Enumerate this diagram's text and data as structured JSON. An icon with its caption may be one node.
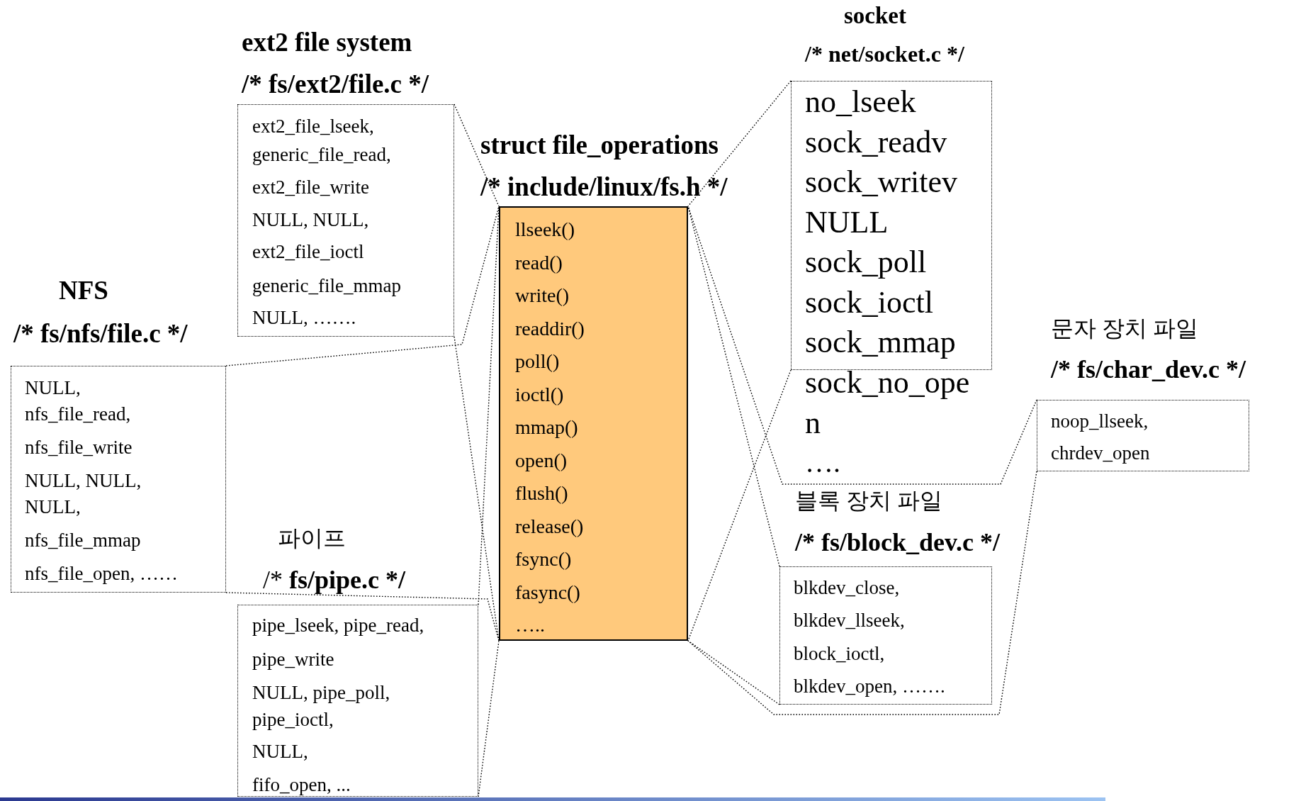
{
  "diagram": {
    "nodes": [
      {
        "text": [
          "ext2 file system",
          "/* fs/ext2/file.c */",
          "ext2_file_lseek,",
          "generic_file_read,",
          "ext2_file_write",
          "NULL, NULL,",
          "ext2_file_ioctl",
          "generic_file_mmap",
          "NULL, ……."
        ]
      },
      {
        "text": [
          "socket",
          "/* net/socket.c */",
          "no_lseek",
          "sock_readv",
          "sock_writev",
          "NULL",
          "sock_poll",
          "sock_ioctl",
          "sock_mmap",
          "sock_no_open",
          "…."
        ]
      },
      {
        "text": [
          "struct file_operations",
          "/* include/linux/fs.h */",
          "llseek()",
          "read()",
          "write()",
          "readdir()",
          "poll()",
          "ioctl()",
          "mmap()",
          "open()",
          "flush()",
          "release()",
          "fsync()",
          "fasync()",
          "….."
        ]
      },
      {
        "text": [
          "NFS",
          "/* fs/nfs/file.c */",
          "NULL,",
          "nfs_file_read,",
          "nfs_file_write",
          "NULL, NULL,",
          "NULL,",
          "nfs_file_mmap",
          "nfs_file_open, ……"
        ]
      },
      {
        "text": [
          "문자 장치 파일",
          "/* fs/char_dev.c */",
          "noop_llseek,",
          "chrdev_open"
        ]
      },
      {
        "text": [
          "파이프",
          "/* **fs/pipe.c */**",
          "pipe_lseek, pipe_read,",
          "pipe_write",
          "NULL, pipe_poll,",
          "pipe_ioctl,",
          "NULL,",
          "fifo_open,  ..."
        ]
      },
      {
        "text": [
          "블록 장치 파일",
          "/* fs/block_dev.c */",
          "blkdev_close,",
          "blkdev_llseek,",
          "block_ioctl,",
          "blkdev_open, ……."
        ]
      }
    ],
    "edges": [
      {
        "from": 0,
        "to": 2,
        "arrow": "none",
        "style": "dashed"
      },
      {
        "from": 0,
        "to": 2,
        "arrow": "none",
        "style": "dashed"
      },
      {
        "from": 1,
        "to": 2,
        "arrow": "none",
        "style": "dashed"
      },
      {
        "from": 1,
        "to": 2,
        "arrow": "none",
        "style": "dashed"
      },
      {
        "from": 3,
        "to": 2,
        "arrow": "none",
        "style": "dashed"
      },
      {
        "from": 3,
        "to": 2,
        "arrow": "none",
        "style": "dashed"
      },
      {
        "from": 4,
        "to": 2,
        "arrow": "none",
        "style": "dashed"
      },
      {
        "from": 4,
        "to": 2,
        "arrow": "none",
        "style": "dashed"
      },
      {
        "from": 5,
        "to": 2,
        "arrow": "none",
        "style": "dashed"
      },
      {
        "from": 5,
        "to": 2,
        "arrow": "none",
        "style": "dashed"
      },
      {
        "from": 6,
        "to": 2,
        "arrow": "none",
        "style": "dashed"
      },
      {
        "from": 6,
        "to": 2,
        "arrow": "none",
        "style": "dashed"
      }
    ]
  }
}
